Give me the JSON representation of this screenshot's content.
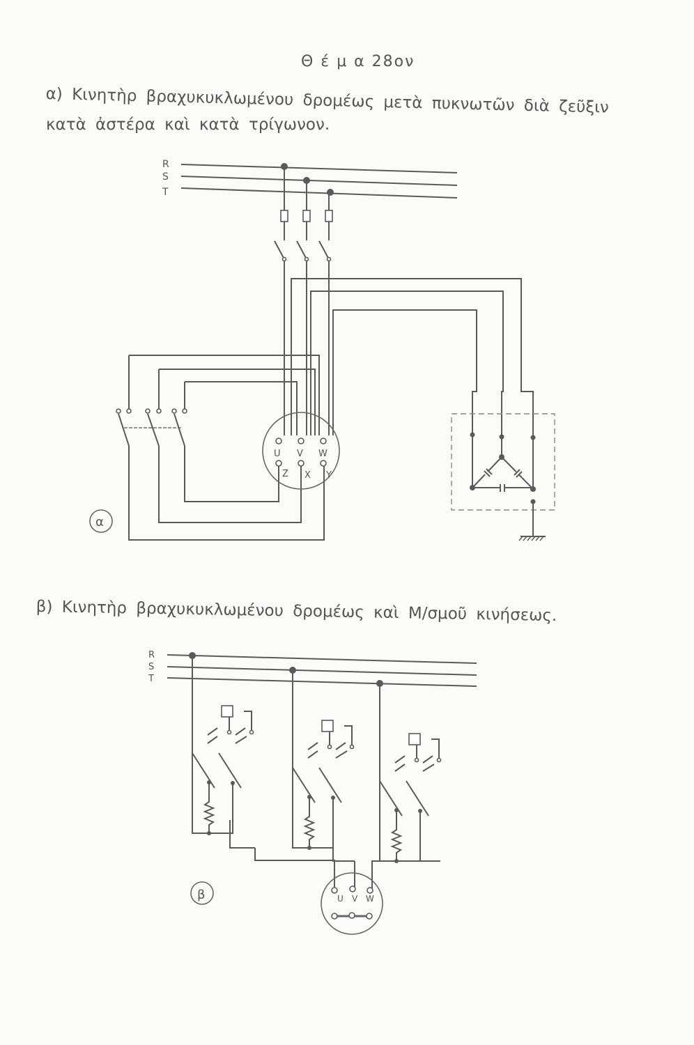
{
  "title": "Θ έ μ α  28ον",
  "part_a": {
    "line1": "α) Κινητὴρ βραχυκυκλωμένου δρομέως μετὰ πυκνωτῶν διὰ ζεῦξιν",
    "line2": "κατὰ ἀστέρα καὶ κατὰ τρίγωνον.",
    "marker": "α",
    "phases": [
      "R",
      "S",
      "T"
    ],
    "terminals_top": [
      "U",
      "V",
      "W"
    ],
    "terminals_bottom": [
      "Z",
      "X",
      "Y"
    ]
  },
  "part_b": {
    "line1": "β) Κινητὴρ βραχυκυκλωμένου δρομέως καὶ Μ/σμοῦ κινήσεως.",
    "marker": "β",
    "phases": [
      "R",
      "S",
      "T"
    ],
    "terminals": [
      "U",
      "V",
      "W"
    ]
  }
}
